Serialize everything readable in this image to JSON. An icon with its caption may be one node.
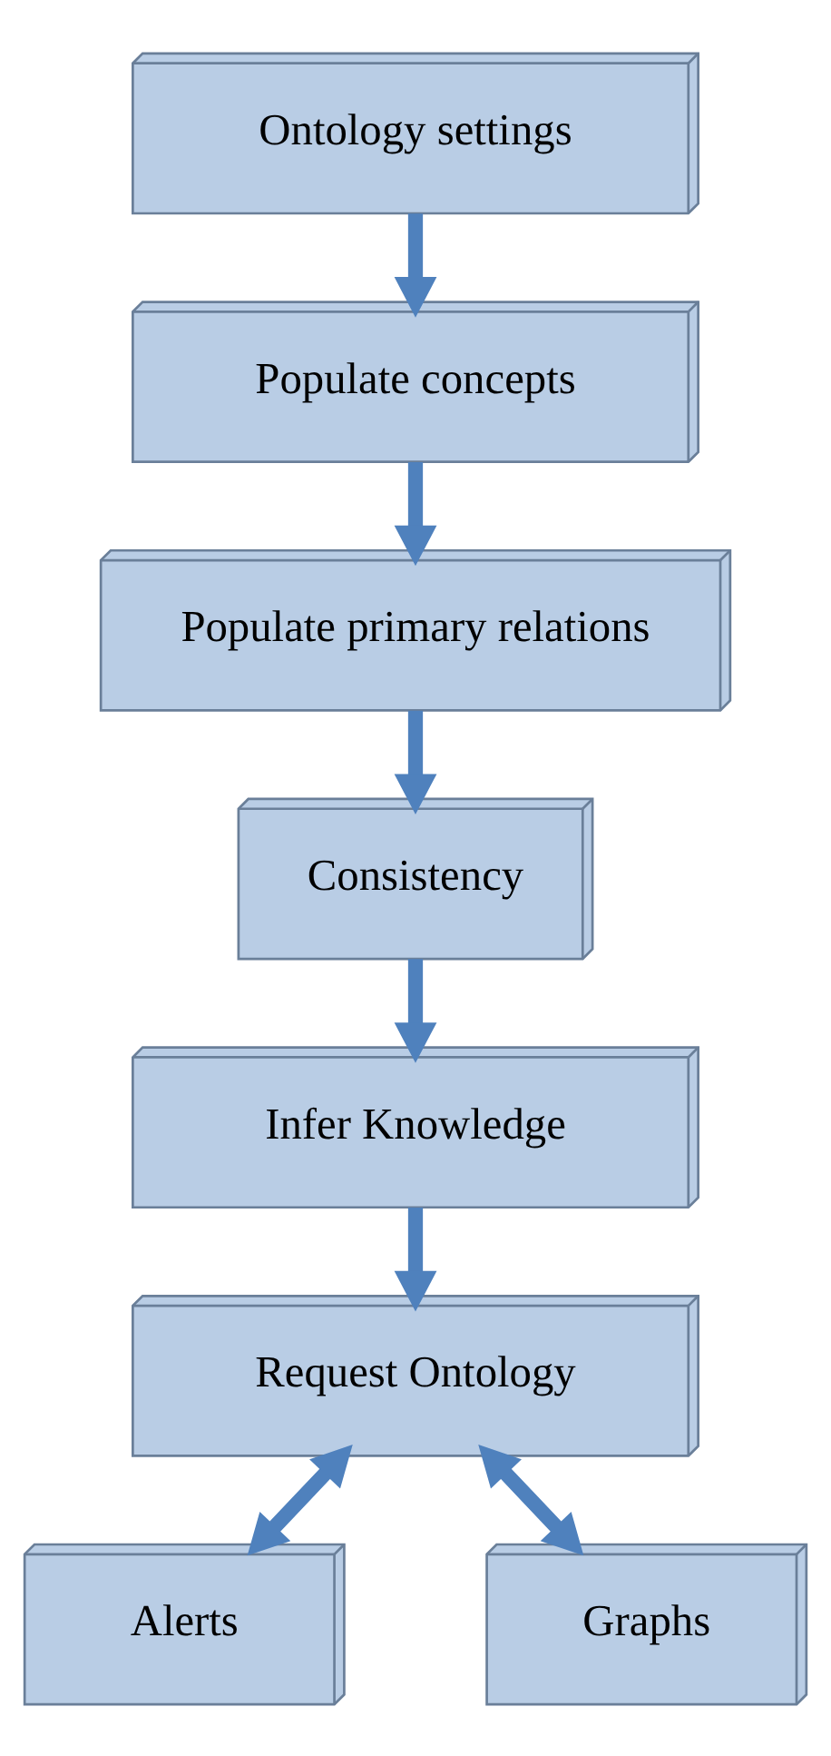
{
  "diagram": {
    "nodes": [
      {
        "text": [
          "Ontology settings"
        ]
      },
      {
        "text": [
          "Populate concepts"
        ]
      },
      {
        "text": [
          "Populate primary relations"
        ]
      },
      {
        "text": [
          "Consistency"
        ]
      },
      {
        "text": [
          "Infer Knowledge"
        ]
      },
      {
        "text": [
          "Request Ontology"
        ]
      },
      {
        "text": [
          "Alerts"
        ]
      },
      {
        "text": [
          "Graphs"
        ]
      }
    ],
    "edges": [
      {
        "from": 0,
        "to": 1,
        "arrow": "to"
      },
      {
        "from": 1,
        "to": 2,
        "arrow": "to"
      },
      {
        "from": 2,
        "to": 3,
        "arrow": "to"
      },
      {
        "from": 3,
        "to": 4,
        "arrow": "to"
      },
      {
        "from": 4,
        "to": 5,
        "arrow": "to"
      },
      {
        "from": 5,
        "to": 6,
        "arrow": "both"
      },
      {
        "from": 5,
        "to": 7,
        "arrow": "both"
      }
    ]
  }
}
